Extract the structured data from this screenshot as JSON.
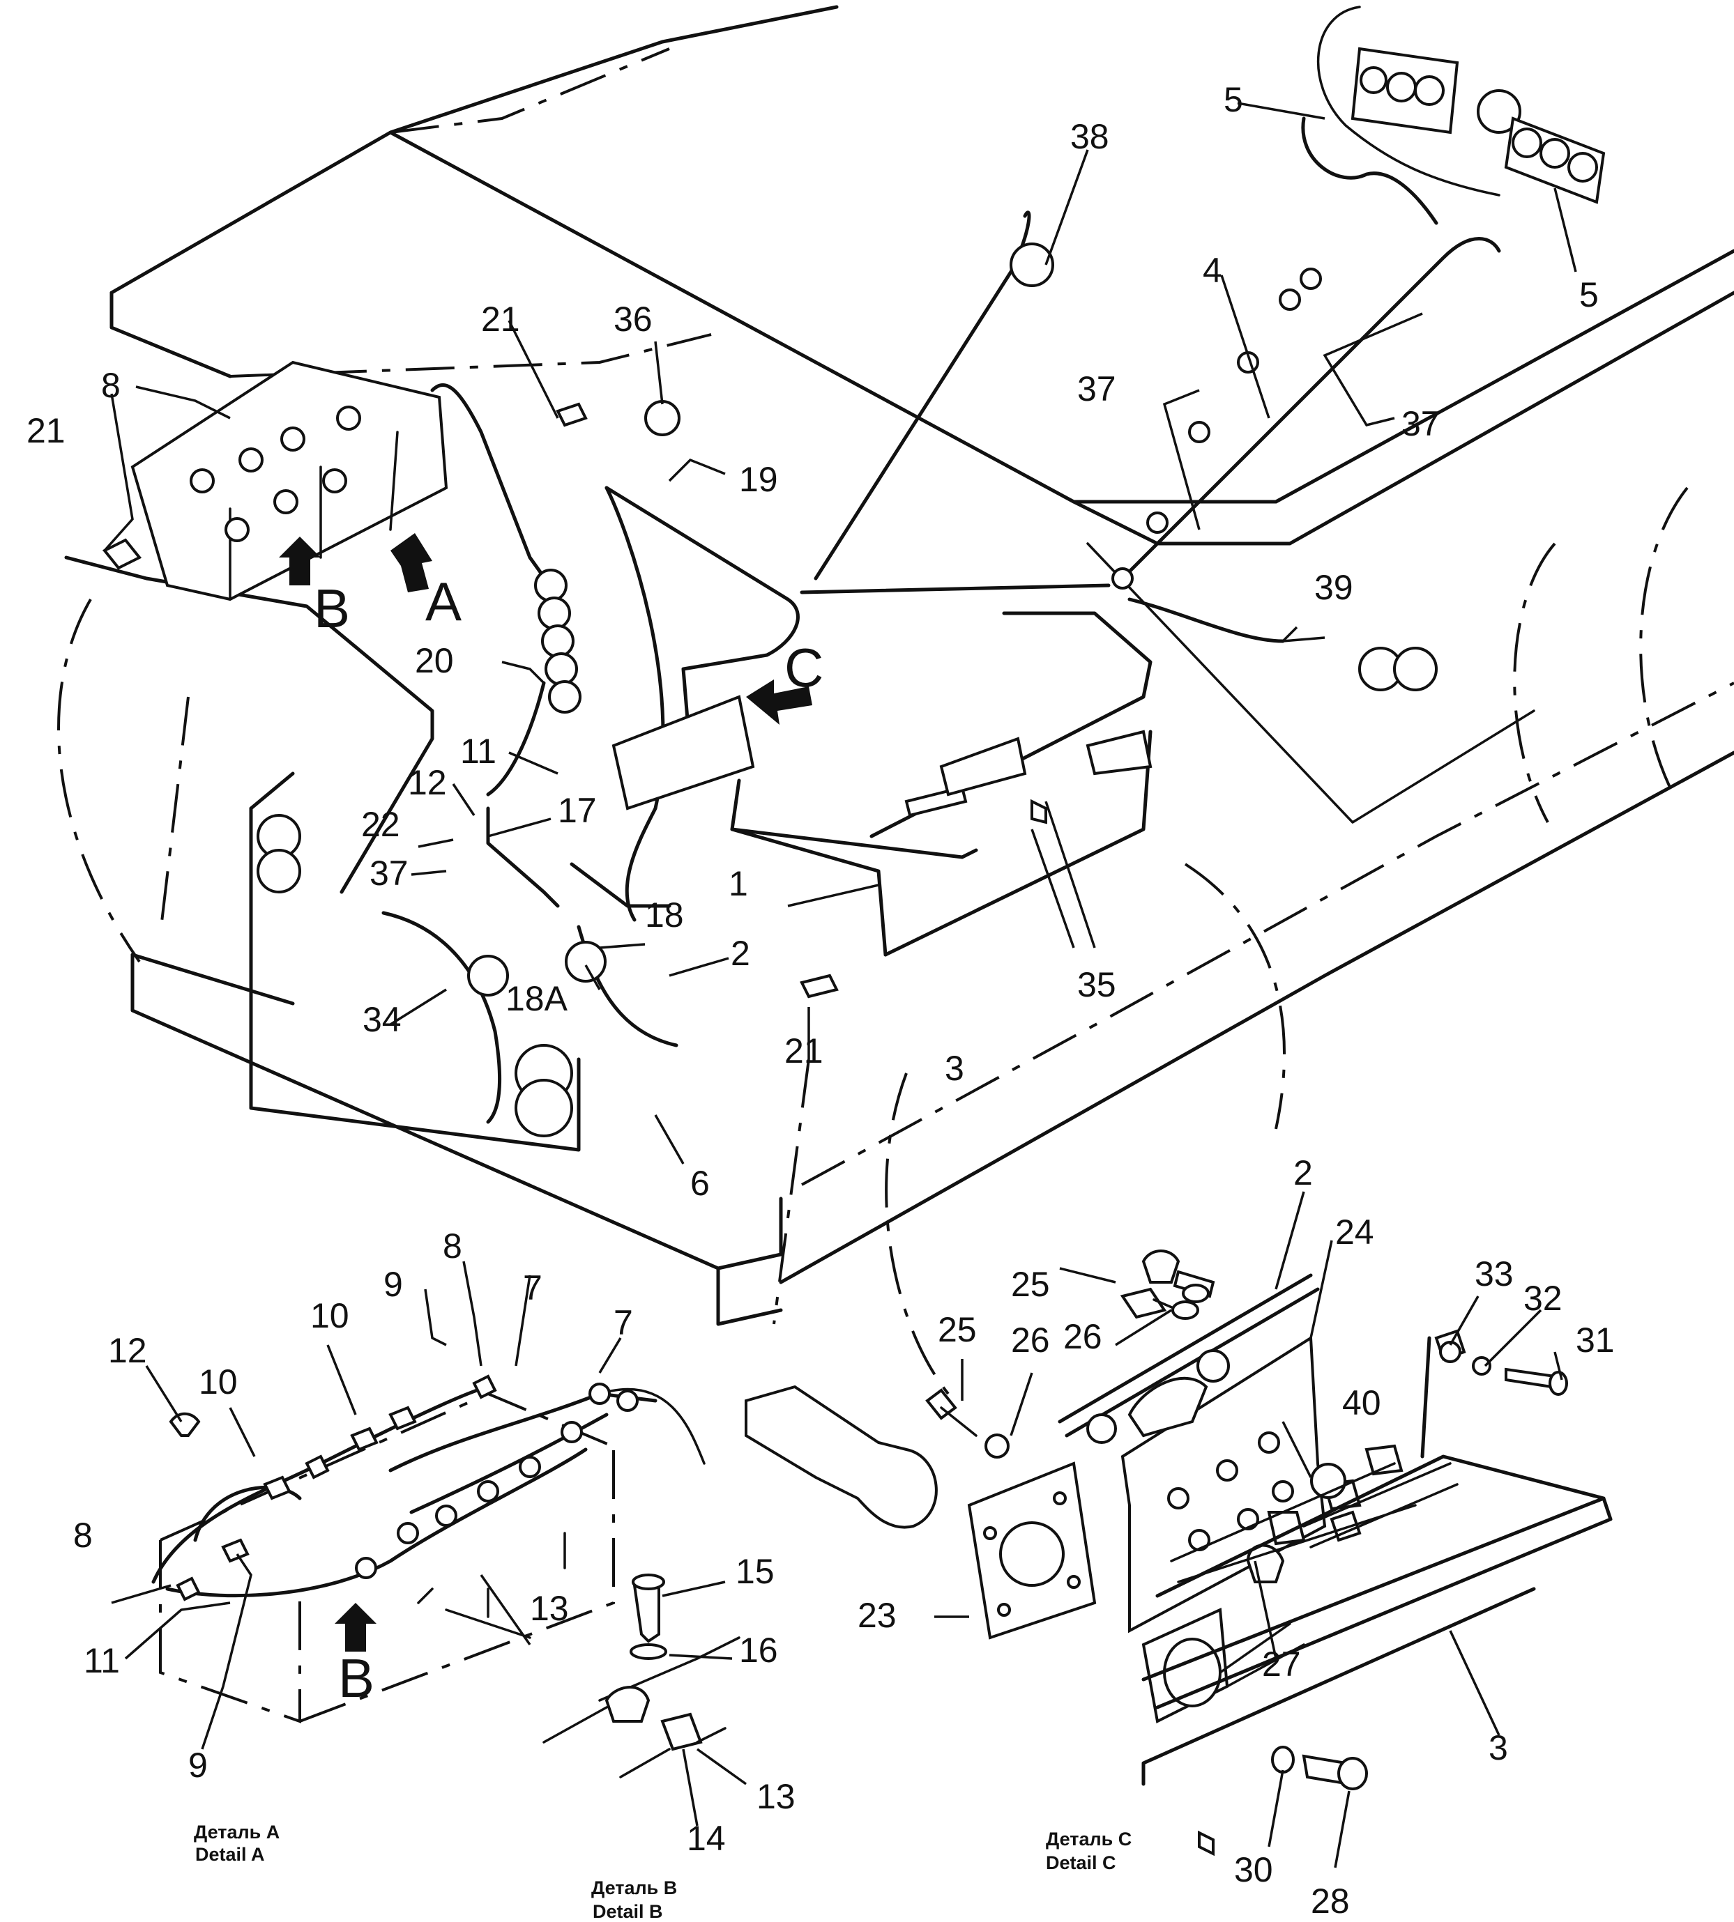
{
  "diagram": {
    "callouts": {
      "n1": "1",
      "n2": "2",
      "n3": "3",
      "n4": "4",
      "n5": "5",
      "n6": "6",
      "n7": "7",
      "n8": "8",
      "n9": "9",
      "n10": "10",
      "n11": "11",
      "n12": "12",
      "n13": "13",
      "n14": "14",
      "n15": "15",
      "n16": "16",
      "n17": "17",
      "n18": "18",
      "n18a": "18A",
      "n19": "19",
      "n20": "20",
      "n21": "21",
      "n22": "22",
      "n23": "23",
      "n24": "24",
      "n25": "25",
      "n26": "26",
      "n27": "27",
      "n28": "28",
      "n30": "30",
      "n31": "31",
      "n32": "32",
      "n33": "33",
      "n34": "34",
      "n35": "35",
      "n36": "36",
      "n37": "37",
      "n38": "38",
      "n39": "39",
      "n40": "40"
    },
    "view_letters": {
      "a": "A",
      "b": "B",
      "c": "C"
    },
    "details": {
      "a": {
        "ru": "Деталь A",
        "en": "Detail A"
      },
      "b": {
        "ru": "Деталь B",
        "en": "Detail B"
      },
      "c": {
        "ru": "Деталь C",
        "en": "Detail C"
      }
    }
  }
}
